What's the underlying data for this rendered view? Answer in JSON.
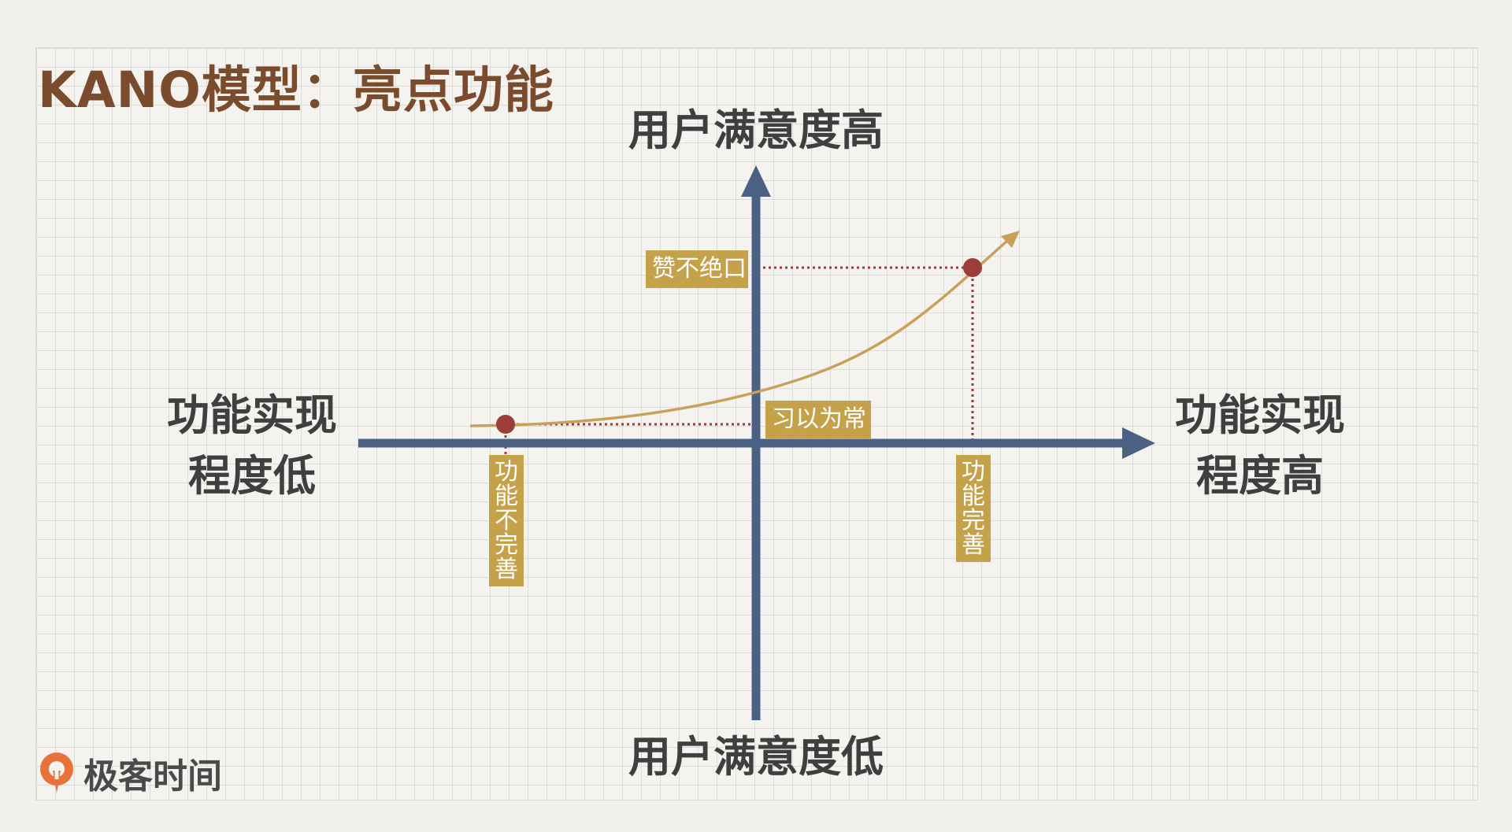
{
  "title": "KANO模型：亮点功能",
  "axes": {
    "top": "用户满意度高",
    "bottom": "用户满意度低",
    "left": [
      "功能实现",
      "程度低"
    ],
    "right": [
      "功能实现",
      "程度高"
    ]
  },
  "tags": {
    "delight": "赞不绝口",
    "basic": "习以为常",
    "incomplete": "功能不完善",
    "complete": "功能完善"
  },
  "colors": {
    "title": "#7b4b2e",
    "axis": "#4b6184",
    "curve": "#c9a05a",
    "point": "#9a3d3b",
    "tag_bg": "#c5a14a",
    "dotted_line": "#9a3d3b",
    "logo_accent": "#e8733a"
  },
  "logo": {
    "text": "极客时间",
    "icon": "geektime-logo-icon"
  }
}
